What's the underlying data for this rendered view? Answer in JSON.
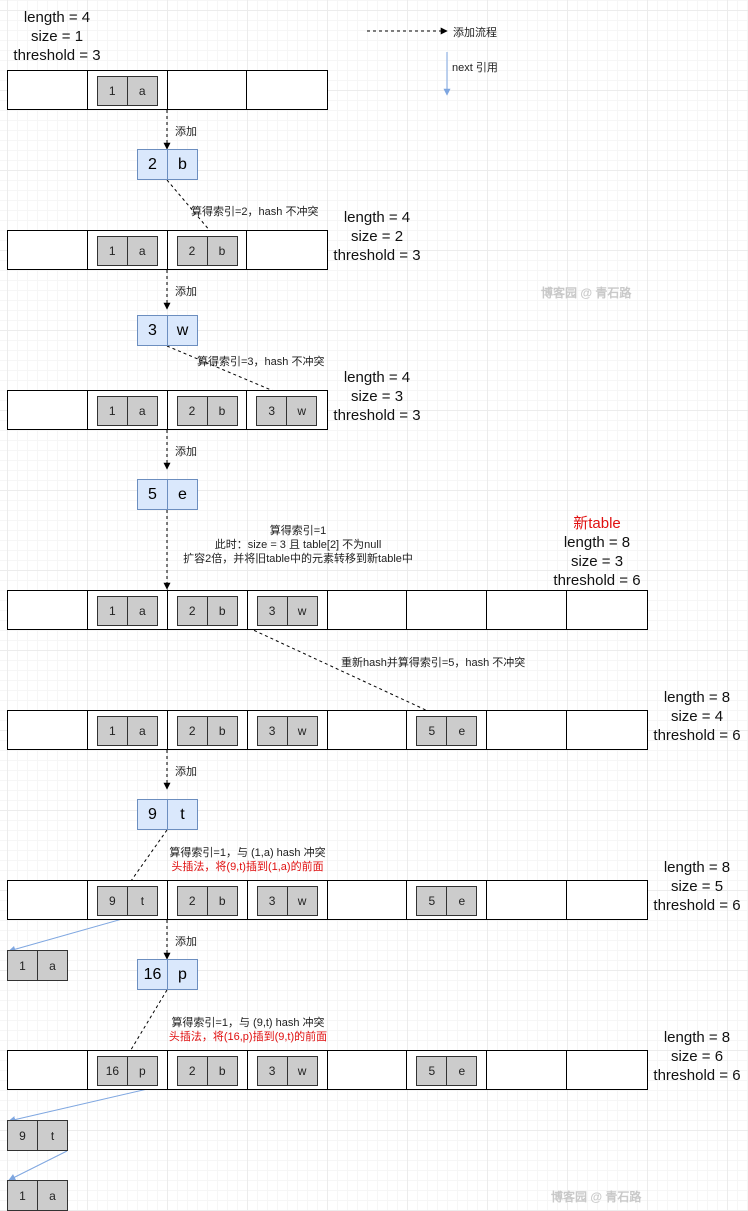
{
  "legend": {
    "add_flow": "添加流程",
    "next_ref": "next 引用"
  },
  "stats": [
    [
      "length = 4",
      "size = 1",
      "threshold = 3"
    ],
    [
      "length = 4",
      "size = 2",
      "threshold = 3"
    ],
    [
      "length = 4",
      "size = 3",
      "threshold = 3"
    ],
    [
      "length = 8",
      "size = 3",
      "threshold = 6"
    ],
    [
      "length = 8",
      "size = 4",
      "threshold = 6"
    ],
    [
      "length = 8",
      "size = 5",
      "threshold = 6"
    ],
    [
      "length = 8",
      "size = 6",
      "threshold = 6"
    ]
  ],
  "new_table_label": "新table",
  "add_label": "添加",
  "new_nodes": [
    {
      "key": "2",
      "value": "b"
    },
    {
      "key": "3",
      "value": "w"
    },
    {
      "key": "5",
      "value": "e"
    },
    {
      "key": "9",
      "value": "t"
    },
    {
      "key": "16",
      "value": "p"
    }
  ],
  "tables": [
    [
      null,
      [
        "1",
        "a"
      ],
      null,
      null
    ],
    [
      null,
      [
        "1",
        "a"
      ],
      [
        "2",
        "b"
      ],
      null
    ],
    [
      null,
      [
        "1",
        "a"
      ],
      [
        "2",
        "b"
      ],
      [
        "3",
        "w"
      ]
    ],
    [
      null,
      [
        "1",
        "a"
      ],
      [
        "2",
        "b"
      ],
      [
        "3",
        "w"
      ],
      null,
      null,
      null,
      null
    ],
    [
      null,
      [
        "1",
        "a"
      ],
      [
        "2",
        "b"
      ],
      [
        "3",
        "w"
      ],
      null,
      [
        "5",
        "e"
      ],
      null,
      null
    ],
    [
      null,
      [
        "9",
        "t"
      ],
      [
        "2",
        "b"
      ],
      [
        "3",
        "w"
      ],
      null,
      [
        "5",
        "e"
      ],
      null,
      null
    ],
    [
      null,
      [
        "16",
        "p"
      ],
      [
        "2",
        "b"
      ],
      [
        "3",
        "w"
      ],
      null,
      [
        "5",
        "e"
      ],
      null,
      null
    ]
  ],
  "chain_nodes": [
    {
      "key": "1",
      "value": "a"
    },
    {
      "key": "9",
      "value": "t"
    },
    {
      "key": "1",
      "value": "a"
    }
  ],
  "annotations": {
    "b": "算得索引=2，hash 不冲突",
    "w": "算得索引=3，hash 不冲突",
    "e_1": "算得索引=1",
    "e_2": "此时：size = 3 且 table[2] 不为null",
    "e_3": "扩容2倍，并将旧table中的元素转移到新table中",
    "rehash": "重新hash并算得索引=5，hash 不冲突",
    "t_1": "算得索引=1，与 (1,a) hash 冲突",
    "t_2": "头插法，将(9,t)插到(1,a)的前面",
    "p_1": "算得索引=1，与 (9,t) hash 冲突",
    "p_2": "头插法，将(16,p)插到(9,t)的前面"
  },
  "watermark": "博客园 @ 青石路",
  "colors": {
    "new_node_fill": "#dae8fc",
    "new_node_border": "#6c8ebf",
    "old_node_fill": "#cccccc",
    "next_ref": "#7ea6e0",
    "highlight": "#e01010"
  }
}
